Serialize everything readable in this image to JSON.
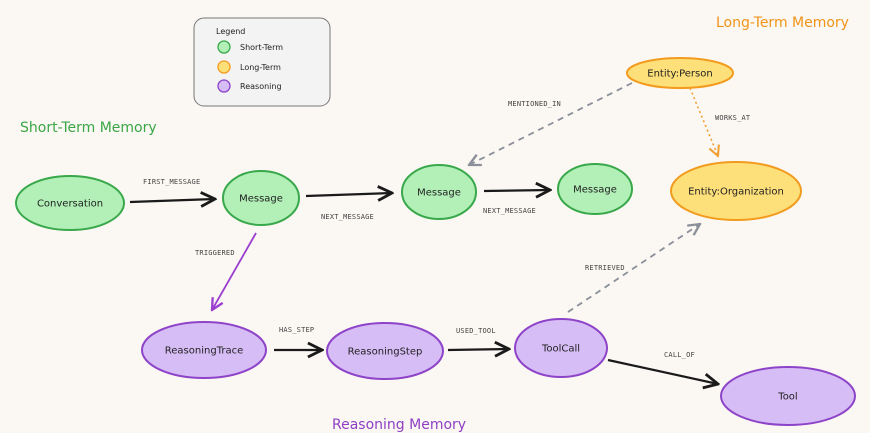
{
  "colors": {
    "short_term_fill": "#b2f0b8",
    "short_term_stroke": "#38a84a",
    "short_term_title": "#3aa646",
    "long_term_fill": "#fde07a",
    "long_term_stroke": "#f29b1e",
    "long_term_title": "#f09418",
    "reasoning_fill": "#d7bdf5",
    "reasoning_stroke": "#8e44c9",
    "reasoning_title": "#8f3fc4",
    "solid_edge": "#1a1a1a",
    "dashed_edge": "#8a8f9a",
    "triggered_edge": "#9a3fd0"
  },
  "legend": {
    "title": "Legend",
    "items": [
      {
        "label": "Short-Term",
        "category": "short_term"
      },
      {
        "label": "Long-Term",
        "category": "long_term"
      },
      {
        "label": "Reasoning",
        "category": "reasoning"
      }
    ]
  },
  "sections": {
    "short_term_title": "Short-Term Memory",
    "long_term_title": "Long-Term Memory",
    "reasoning_title": "Reasoning Memory"
  },
  "nodes": [
    {
      "id": "conversation",
      "label": "Conversation",
      "category": "short_term"
    },
    {
      "id": "message1",
      "label": "Message",
      "category": "short_term"
    },
    {
      "id": "message2",
      "label": "Message",
      "category": "short_term"
    },
    {
      "id": "message3",
      "label": "Message",
      "category": "short_term"
    },
    {
      "id": "person",
      "label": "Entity:Person",
      "category": "long_term"
    },
    {
      "id": "organization",
      "label": "Entity:Organization",
      "category": "long_term"
    },
    {
      "id": "trace",
      "label": "ReasoningTrace",
      "category": "reasoning"
    },
    {
      "id": "step",
      "label": "ReasoningStep",
      "category": "reasoning"
    },
    {
      "id": "toolcall",
      "label": "ToolCall",
      "category": "reasoning"
    },
    {
      "id": "tool",
      "label": "Tool",
      "category": "reasoning"
    }
  ],
  "edges": [
    {
      "id": "first-message",
      "from": "conversation",
      "to": "message1",
      "label": "FIRST_MESSAGE",
      "style": "solid"
    },
    {
      "id": "next-message-1",
      "from": "message1",
      "to": "message2",
      "label": "NEXT_MESSAGE",
      "style": "solid"
    },
    {
      "id": "next-message-2",
      "from": "message2",
      "to": "message3",
      "label": "NEXT_MESSAGE",
      "style": "solid"
    },
    {
      "id": "mentioned-in",
      "from": "person",
      "to": "message2",
      "label": "MENTIONED_IN",
      "style": "dashed"
    },
    {
      "id": "works-at",
      "from": "person",
      "to": "organization",
      "label": "WORKS_AT",
      "style": "dotted"
    },
    {
      "id": "triggered",
      "from": "message1",
      "to": "trace",
      "label": "TRIGGERED",
      "style": "triggered"
    },
    {
      "id": "has-step",
      "from": "trace",
      "to": "step",
      "label": "HAS_STEP",
      "style": "solid"
    },
    {
      "id": "used-tool",
      "from": "step",
      "to": "toolcall",
      "label": "USED_TOOL",
      "style": "solid"
    },
    {
      "id": "retrieved",
      "from": "toolcall",
      "to": "organization",
      "label": "RETRIEVED",
      "style": "dashed"
    },
    {
      "id": "call-of",
      "from": "toolcall",
      "to": "tool",
      "label": "CALL_OF",
      "style": "solid"
    }
  ]
}
